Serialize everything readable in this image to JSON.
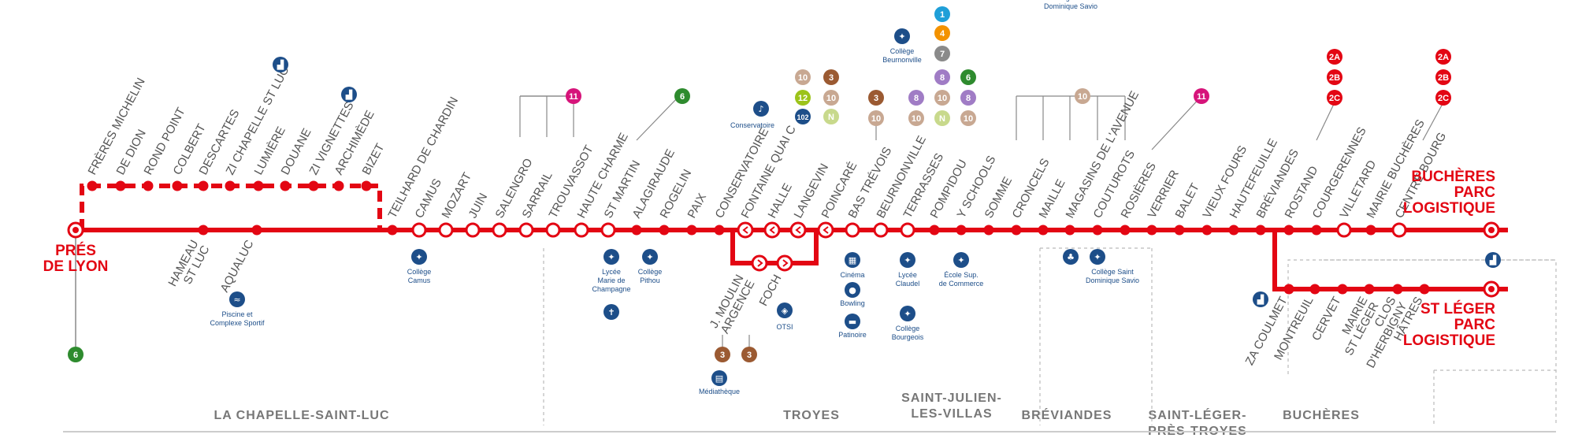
{
  "colors": {
    "line": "#e30613",
    "blue": "#1d4e89",
    "grey": "#777777",
    "c1": "#1f9fd8",
    "c2": "#e30613",
    "c3": "#9b5a32",
    "c4": "#f39200",
    "c6": "#2e8b2e",
    "c7": "#8a8a8a",
    "c8": "#a07cc5",
    "c10": "#c8a892",
    "c11": "#d6147a",
    "c12": "#9cc31a",
    "c102": "#1d4e89",
    "cN": "#c8d98c"
  },
  "termini": {
    "start": [
      "PRÉS",
      "DE LYON"
    ],
    "buch": [
      "BUCHÈRES",
      "PARC",
      "LOGISTIQUE"
    ],
    "stleger": [
      "ST LÉGER",
      "PARC",
      "LOGISTIQUE"
    ]
  },
  "zones": [
    {
      "lines": [
        "LA CHAPELLE-SAINT-LUC"
      ]
    },
    {
      "lines": [
        "TROYES"
      ]
    },
    {
      "lines": [
        "SAINT-JULIEN-",
        "LES-VILLAS"
      ]
    },
    {
      "lines": [
        "BRÉVIANDES"
      ]
    },
    {
      "lines": [
        "SAINT-LÉGER-",
        "PRÈS-TROYES"
      ]
    },
    {
      "lines": [
        "BUCHÈRES"
      ]
    }
  ],
  "stops": {
    "dashed": [
      "FRÈRES MICHELIN",
      "DE DION",
      "ROND POINT",
      "COLBERT",
      "DESCARTES",
      "ZI CHAPELLE ST LUC",
      "LUMIÈRE",
      "DOUANE",
      "ZI VIGNETTES",
      "ARCHIMÈDE",
      "BIZET"
    ],
    "below_left": [
      [
        "HAMEAU",
        "ST LUC"
      ],
      [
        "AQUALUC"
      ]
    ],
    "main": [
      "TEILHARD DE CHARDIN",
      "CAMUS",
      "MOZART",
      "JUIN",
      "SALENGRO",
      "SARRAIL",
      "TROUVASSOT",
      "HAUTE CHARME",
      "ST MARTIN",
      "ALAGIRAUDE",
      "ROGELIN",
      "PAIX",
      "CONSERVATOIRE",
      "FONTAINE QUAI C",
      "HALLE",
      "LANGEVIN",
      "POINCARÉ",
      "BAS TRÉVOIS",
      "BEURNONVILLE",
      "TERRASSES",
      "POMPIDOU",
      "Y SCHOOLS",
      "SOMME",
      "CRONCELS",
      "MAILLE",
      "MAGASINS DE L'AVENUE",
      "COUTUROTS",
      "ROSIÈRES",
      "VERRIER",
      "BALET",
      "VIEUX FOURS",
      "HAUTEFEUILLE",
      "BRÉVIANDES",
      "ROSTAND",
      "COURGERENNES",
      "VILLETARD",
      "MAIRIE BUCHÈRES",
      "CENTRE BOURG"
    ],
    "loop": [
      [
        "J. MOULIN",
        "ARGENCE"
      ],
      [
        "FOCH"
      ]
    ],
    "branch": [
      [
        "ZA COULMET"
      ],
      [
        "MONTREUIL"
      ],
      [
        "CERVET"
      ],
      [
        "MAIRIE",
        "ST LÉGER"
      ],
      [
        "CLOS",
        "D'HERBIGNY"
      ],
      [
        "HÂTRES"
      ]
    ]
  },
  "badges": [
    "1",
    "2A",
    "2B",
    "2C",
    "3",
    "4",
    "6",
    "7",
    "8",
    "10",
    "11",
    "12",
    "102",
    "N"
  ],
  "pois": {
    "camus": [
      "Collège",
      "Camus"
    ],
    "piscine": [
      "Piscine et",
      "Complexe Sportif"
    ],
    "lycee_mc": [
      "Lycée",
      "Marie de",
      "Champagne"
    ],
    "pithou": [
      "Collège",
      "Pithou"
    ],
    "conservatoire": [
      "Conservatoire"
    ],
    "beurnonville": [
      "Collège",
      "Beurnonville"
    ],
    "cinema": [
      "Cinéma"
    ],
    "bowling": [
      "Bowling"
    ],
    "patinoire": [
      "Patinoire"
    ],
    "claudel": [
      "Lycée",
      "Claudel"
    ],
    "bourgeois": [
      "Collège",
      "Bourgeois"
    ],
    "ecole": [
      "École Sup.",
      "de Commerce"
    ],
    "dominique": [
      "Collège Saint",
      "Dominique Savio"
    ],
    "otsi": [
      "OTSI"
    ],
    "mediatheque": [
      "Médiathèque"
    ]
  }
}
